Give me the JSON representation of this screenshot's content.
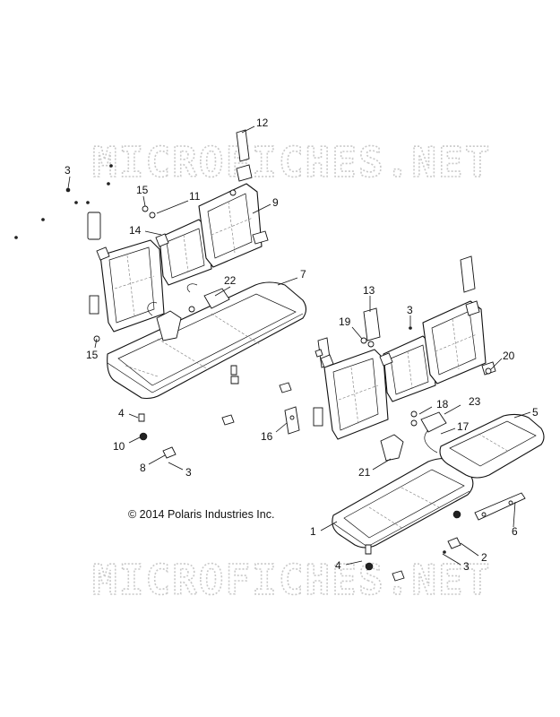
{
  "watermarks": [
    "MICROFICHES.NET",
    "MICROFICHES.NET"
  ],
  "copyright": "© 2014 Polaris Industries Inc.",
  "callouts": [
    {
      "id": "c12a",
      "label": "12"
    },
    {
      "id": "c3a",
      "label": "3"
    },
    {
      "id": "c15a",
      "label": "15"
    },
    {
      "id": "c11",
      "label": "11"
    },
    {
      "id": "c9",
      "label": "9"
    },
    {
      "id": "c14",
      "label": "14"
    },
    {
      "id": "c7",
      "label": "7"
    },
    {
      "id": "c22",
      "label": "22"
    },
    {
      "id": "c15b",
      "label": "15"
    },
    {
      "id": "c13",
      "label": "13"
    },
    {
      "id": "c3b",
      "label": "3"
    },
    {
      "id": "c19",
      "label": "19"
    },
    {
      "id": "c20",
      "label": "20"
    },
    {
      "id": "c4a",
      "label": "4"
    },
    {
      "id": "c10",
      "label": "10"
    },
    {
      "id": "c16",
      "label": "16"
    },
    {
      "id": "c18",
      "label": "18"
    },
    {
      "id": "c23",
      "label": "23"
    },
    {
      "id": "c5",
      "label": "5"
    },
    {
      "id": "c17",
      "label": "17"
    },
    {
      "id": "c8",
      "label": "8"
    },
    {
      "id": "c3c",
      "label": "3"
    },
    {
      "id": "c21",
      "label": "21"
    },
    {
      "id": "c1",
      "label": "1"
    },
    {
      "id": "c6",
      "label": "6"
    },
    {
      "id": "c2",
      "label": "2"
    },
    {
      "id": "c4b",
      "label": "4"
    },
    {
      "id": "c3d",
      "label": "3"
    }
  ]
}
